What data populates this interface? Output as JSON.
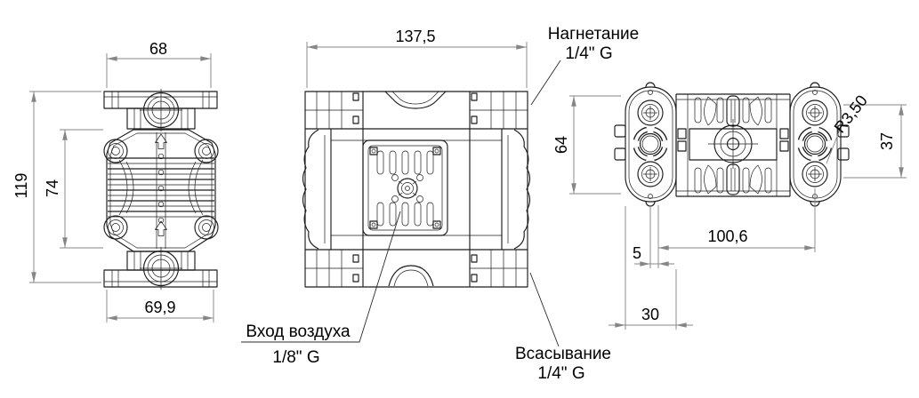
{
  "dimensions": {
    "front_width_top": "68",
    "front_height": "119",
    "front_inner_height": "74",
    "front_width_bottom": "69,9",
    "side_width": "137,5",
    "top_height": "64",
    "top_bolt_span": "37",
    "top_radius": "R3,50",
    "top_length": "100,6",
    "top_offset": "5",
    "top_foot": "30"
  },
  "port_labels": {
    "discharge_line1": "Нагнетание",
    "discharge_line2": "1/4\" G",
    "air_inlet_line1": "Вход воздуха",
    "air_inlet_line2": "1/8\" G",
    "suction_line1": "Всасывание",
    "suction_line2": "1/4\" G"
  },
  "colors": {
    "background": "#ffffff",
    "object_line": "#1c1c1c",
    "dimension_line": "#868686",
    "text": "#000000"
  }
}
